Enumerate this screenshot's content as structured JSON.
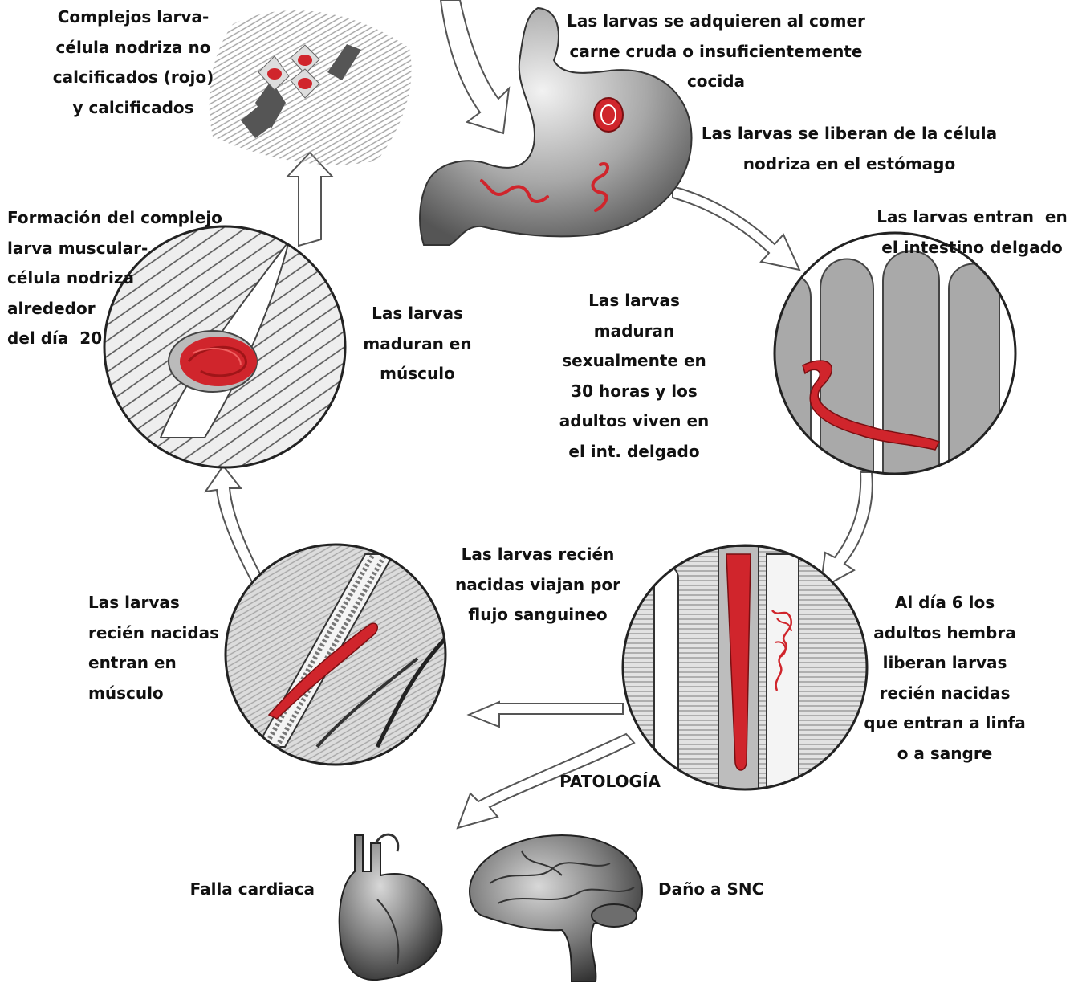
{
  "labels": {
    "calcified": "Complejos larva-\ncélula nodriza no\ncalcificados (rojo)\ny calcificados",
    "acquire": "Las larvas se adquieren al comer\ncarne cruda o insuficientemente\ncocida",
    "release_stomach": "Las larvas se liberan de la célula\nnodriza en el estómago",
    "enter_intestine": "Las larvas entran  en\nel intestino delgado",
    "formation": "Formación del complejo\nlarva muscular-\ncélula nodriza\nalrededor\ndel día  20",
    "mature_muscle": "Las larvas\nmaduran en\nmúsculo",
    "mature_sexual": "Las larvas\nmaduran\nsexualmente en\n30 horas y los\nadultos viven en\nel int. delgado",
    "newborn_travel": "Las larvas recién\nnacidas viajan por\nflujo sanguineo",
    "newborn_enter": "Las larvas\nrecién nacidas\nentran en\nmúsculo",
    "day6": "Al día 6 los\nadultos hembra\nliberan larvas\nrecién nacidas\nque entran a linfa\no a sangre",
    "pathology": "PATOLOGÍA",
    "heart_failure": "Falla cardiaca",
    "cns_damage": "Daño a SNC"
  },
  "colors": {
    "larva_red": "#d0252c",
    "tissue_gray": "#9a9a9a",
    "outline": "#222222"
  }
}
